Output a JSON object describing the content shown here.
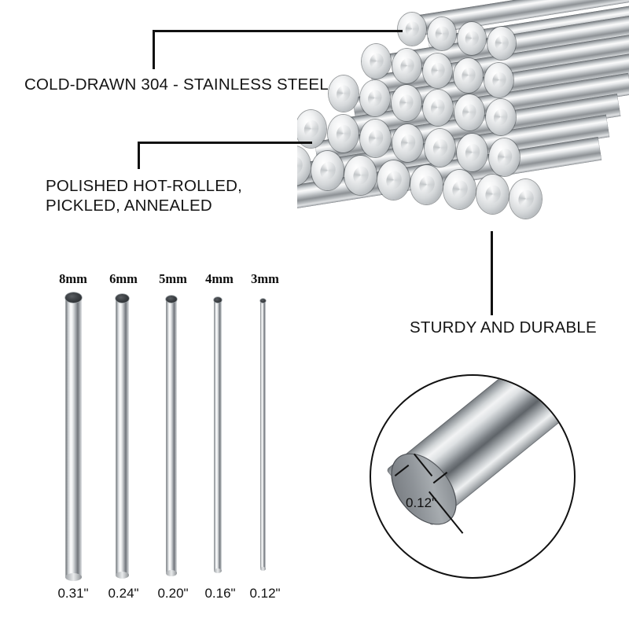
{
  "product": {
    "material": "304 stainless steel",
    "background_color": "#ffffff",
    "line_color": "#111111",
    "text_color": "#141414"
  },
  "callouts": [
    {
      "id": "cold-drawn",
      "label": "COLD-DRAWN 304 - STAINLESS STEEL",
      "target": "rod-bundle-top-end"
    },
    {
      "id": "polished",
      "label_line_1": "POLISHED HOT-ROLLED,",
      "label_line_2": "PICKLED, ANNEALED",
      "target": "rod-bundle-middle-end"
    },
    {
      "id": "sturdy",
      "label": "STURDY AND DURABLE",
      "target": "rod-bundle-bottom-end"
    }
  ],
  "size_chart": {
    "rods": [
      {
        "metric": "8mm",
        "imperial": "0.31\""
      },
      {
        "metric": "6mm",
        "imperial": "0.24\""
      },
      {
        "metric": "5mm",
        "imperial": "0.20\""
      },
      {
        "metric": "4mm",
        "imperial": "0.16\""
      },
      {
        "metric": "3mm",
        "imperial": "0.12\""
      }
    ]
  },
  "magnifier": {
    "dimension_label": "0.12\"",
    "subject": "single-rod-end-detail"
  }
}
